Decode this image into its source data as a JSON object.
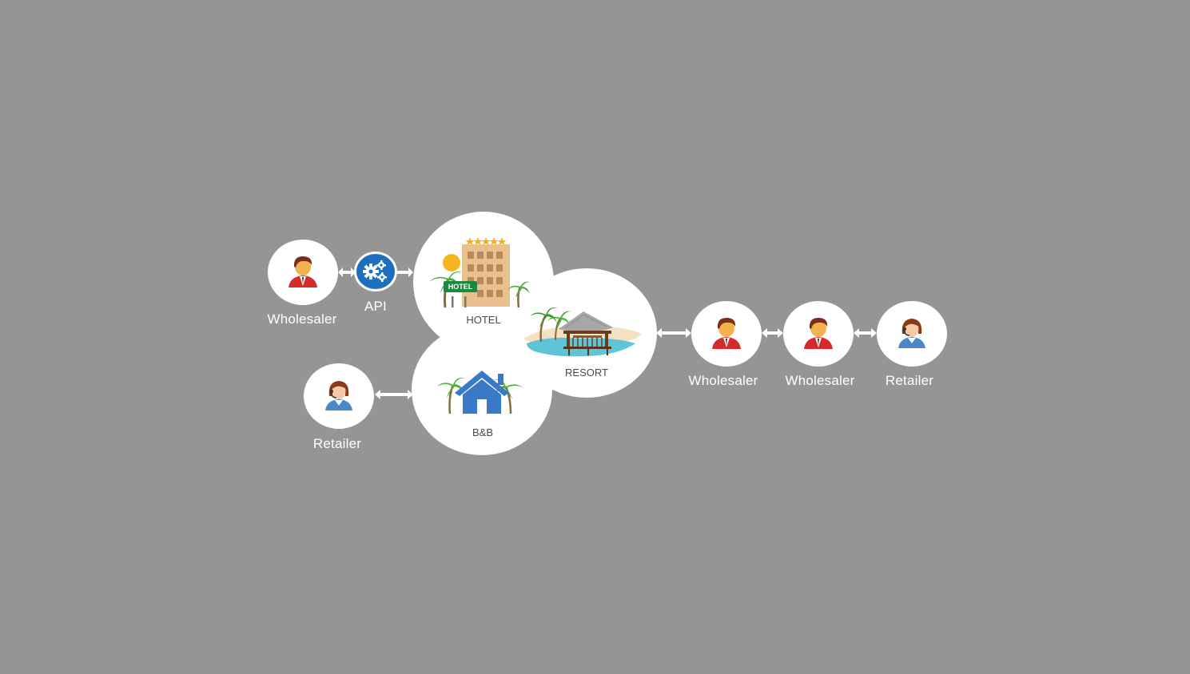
{
  "nodes": {
    "wholesaler_left": "Wholesaler",
    "api": "API",
    "hotel": "HOTEL",
    "hotel_sign": "HOTEL",
    "resort": "RESORT",
    "bnb": "B&B",
    "retailer_left": "Retailer",
    "wholesaler_right_1": "Wholesaler",
    "wholesaler_right_2": "Wholesaler",
    "retailer_right": "Retailer"
  },
  "colors": {
    "background": "#959595",
    "node_fill": "#ffffff",
    "api_blue": "#1f6fbf",
    "house_blue": "#3a78c8",
    "wholesaler_red": "#d42a2a",
    "retailer_blue": "#4a86c8",
    "hotel_sign_green": "#1a8a3e"
  },
  "icons": {
    "wholesaler": "businessman-icon",
    "retailer": "call-center-woman-icon",
    "api": "gears-icon",
    "hotel": "hotel-building-icon",
    "resort": "beach-resort-icon",
    "bnb": "house-icon"
  }
}
